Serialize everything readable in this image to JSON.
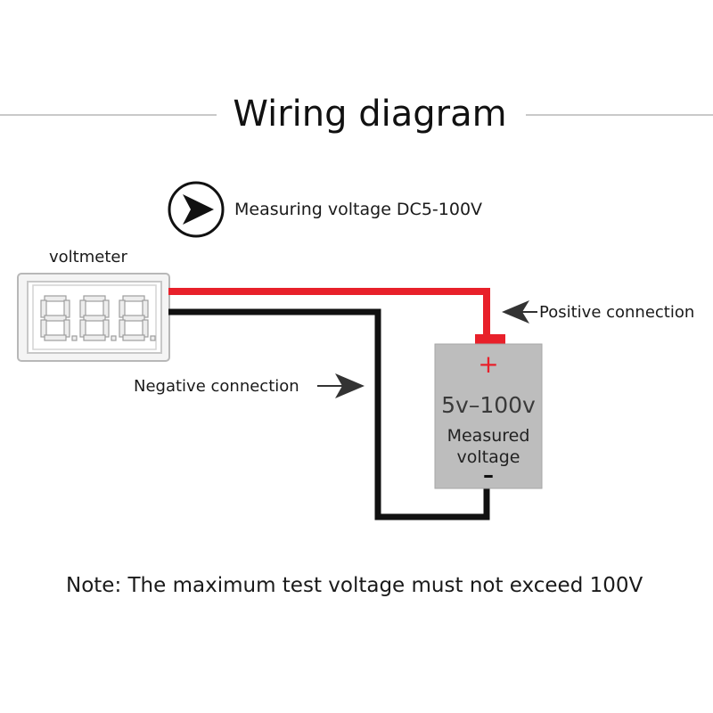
{
  "title": "Wiring diagram",
  "range_note": "Measuring voltage DC5-100V",
  "voltmeter": {
    "label": "voltmeter",
    "display": "8.8.8."
  },
  "source": {
    "range": "5v–100v",
    "caption": "Measured voltage",
    "plus": "+",
    "minus": "–"
  },
  "labels": {
    "positive": "Positive connection",
    "negative": "Negative connection"
  },
  "note": "Note: The maximum test voltage must not exceed 100V",
  "colors": {
    "positive_wire": "#e8202a",
    "negative_wire": "#111111",
    "source_body": "#bdbdbd",
    "display": "#e8e8e8"
  }
}
